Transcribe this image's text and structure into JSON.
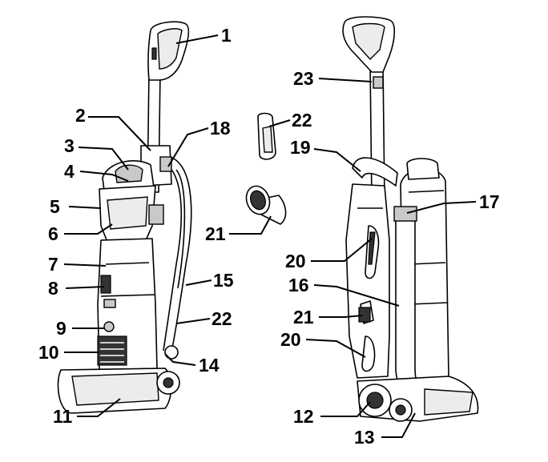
{
  "callouts": {
    "c1": "1",
    "c2": "2",
    "c3": "3",
    "c4": "4",
    "c5": "5",
    "c6": "6",
    "c7": "7",
    "c8": "8",
    "c9": "9",
    "c10": "10",
    "c11": "11",
    "c12": "12",
    "c13": "13",
    "c14": "14",
    "c15": "15",
    "c16": "16",
    "c17": "17",
    "c18": "18",
    "c19": "19",
    "c20a": "20",
    "c20b": "20",
    "c21a": "21",
    "c21b": "21",
    "c22a": "22",
    "c22b": "22",
    "c23": "23"
  }
}
